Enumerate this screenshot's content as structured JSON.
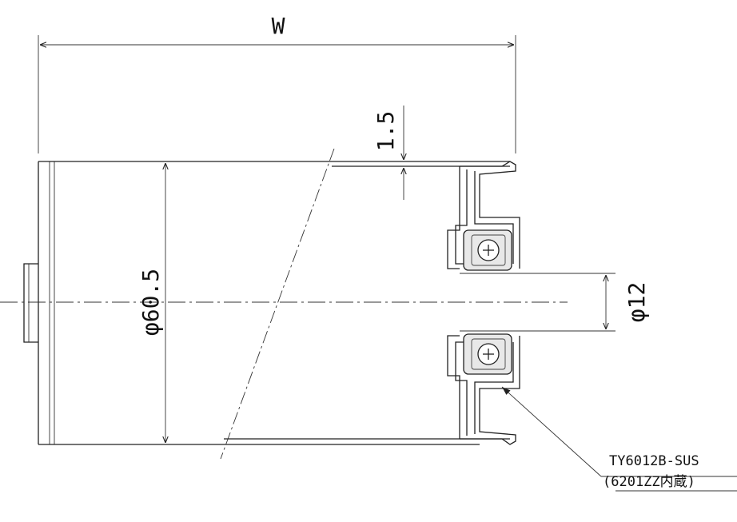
{
  "dimensions": {
    "width_label": "W",
    "thickness_label": "1.5",
    "outer_diameter_label": "φ60.5",
    "shaft_diameter_label": "φ12"
  },
  "callout": {
    "part_number": "TY6012B-SUS",
    "bearing_note": "(6201ZZ内蔵)"
  }
}
